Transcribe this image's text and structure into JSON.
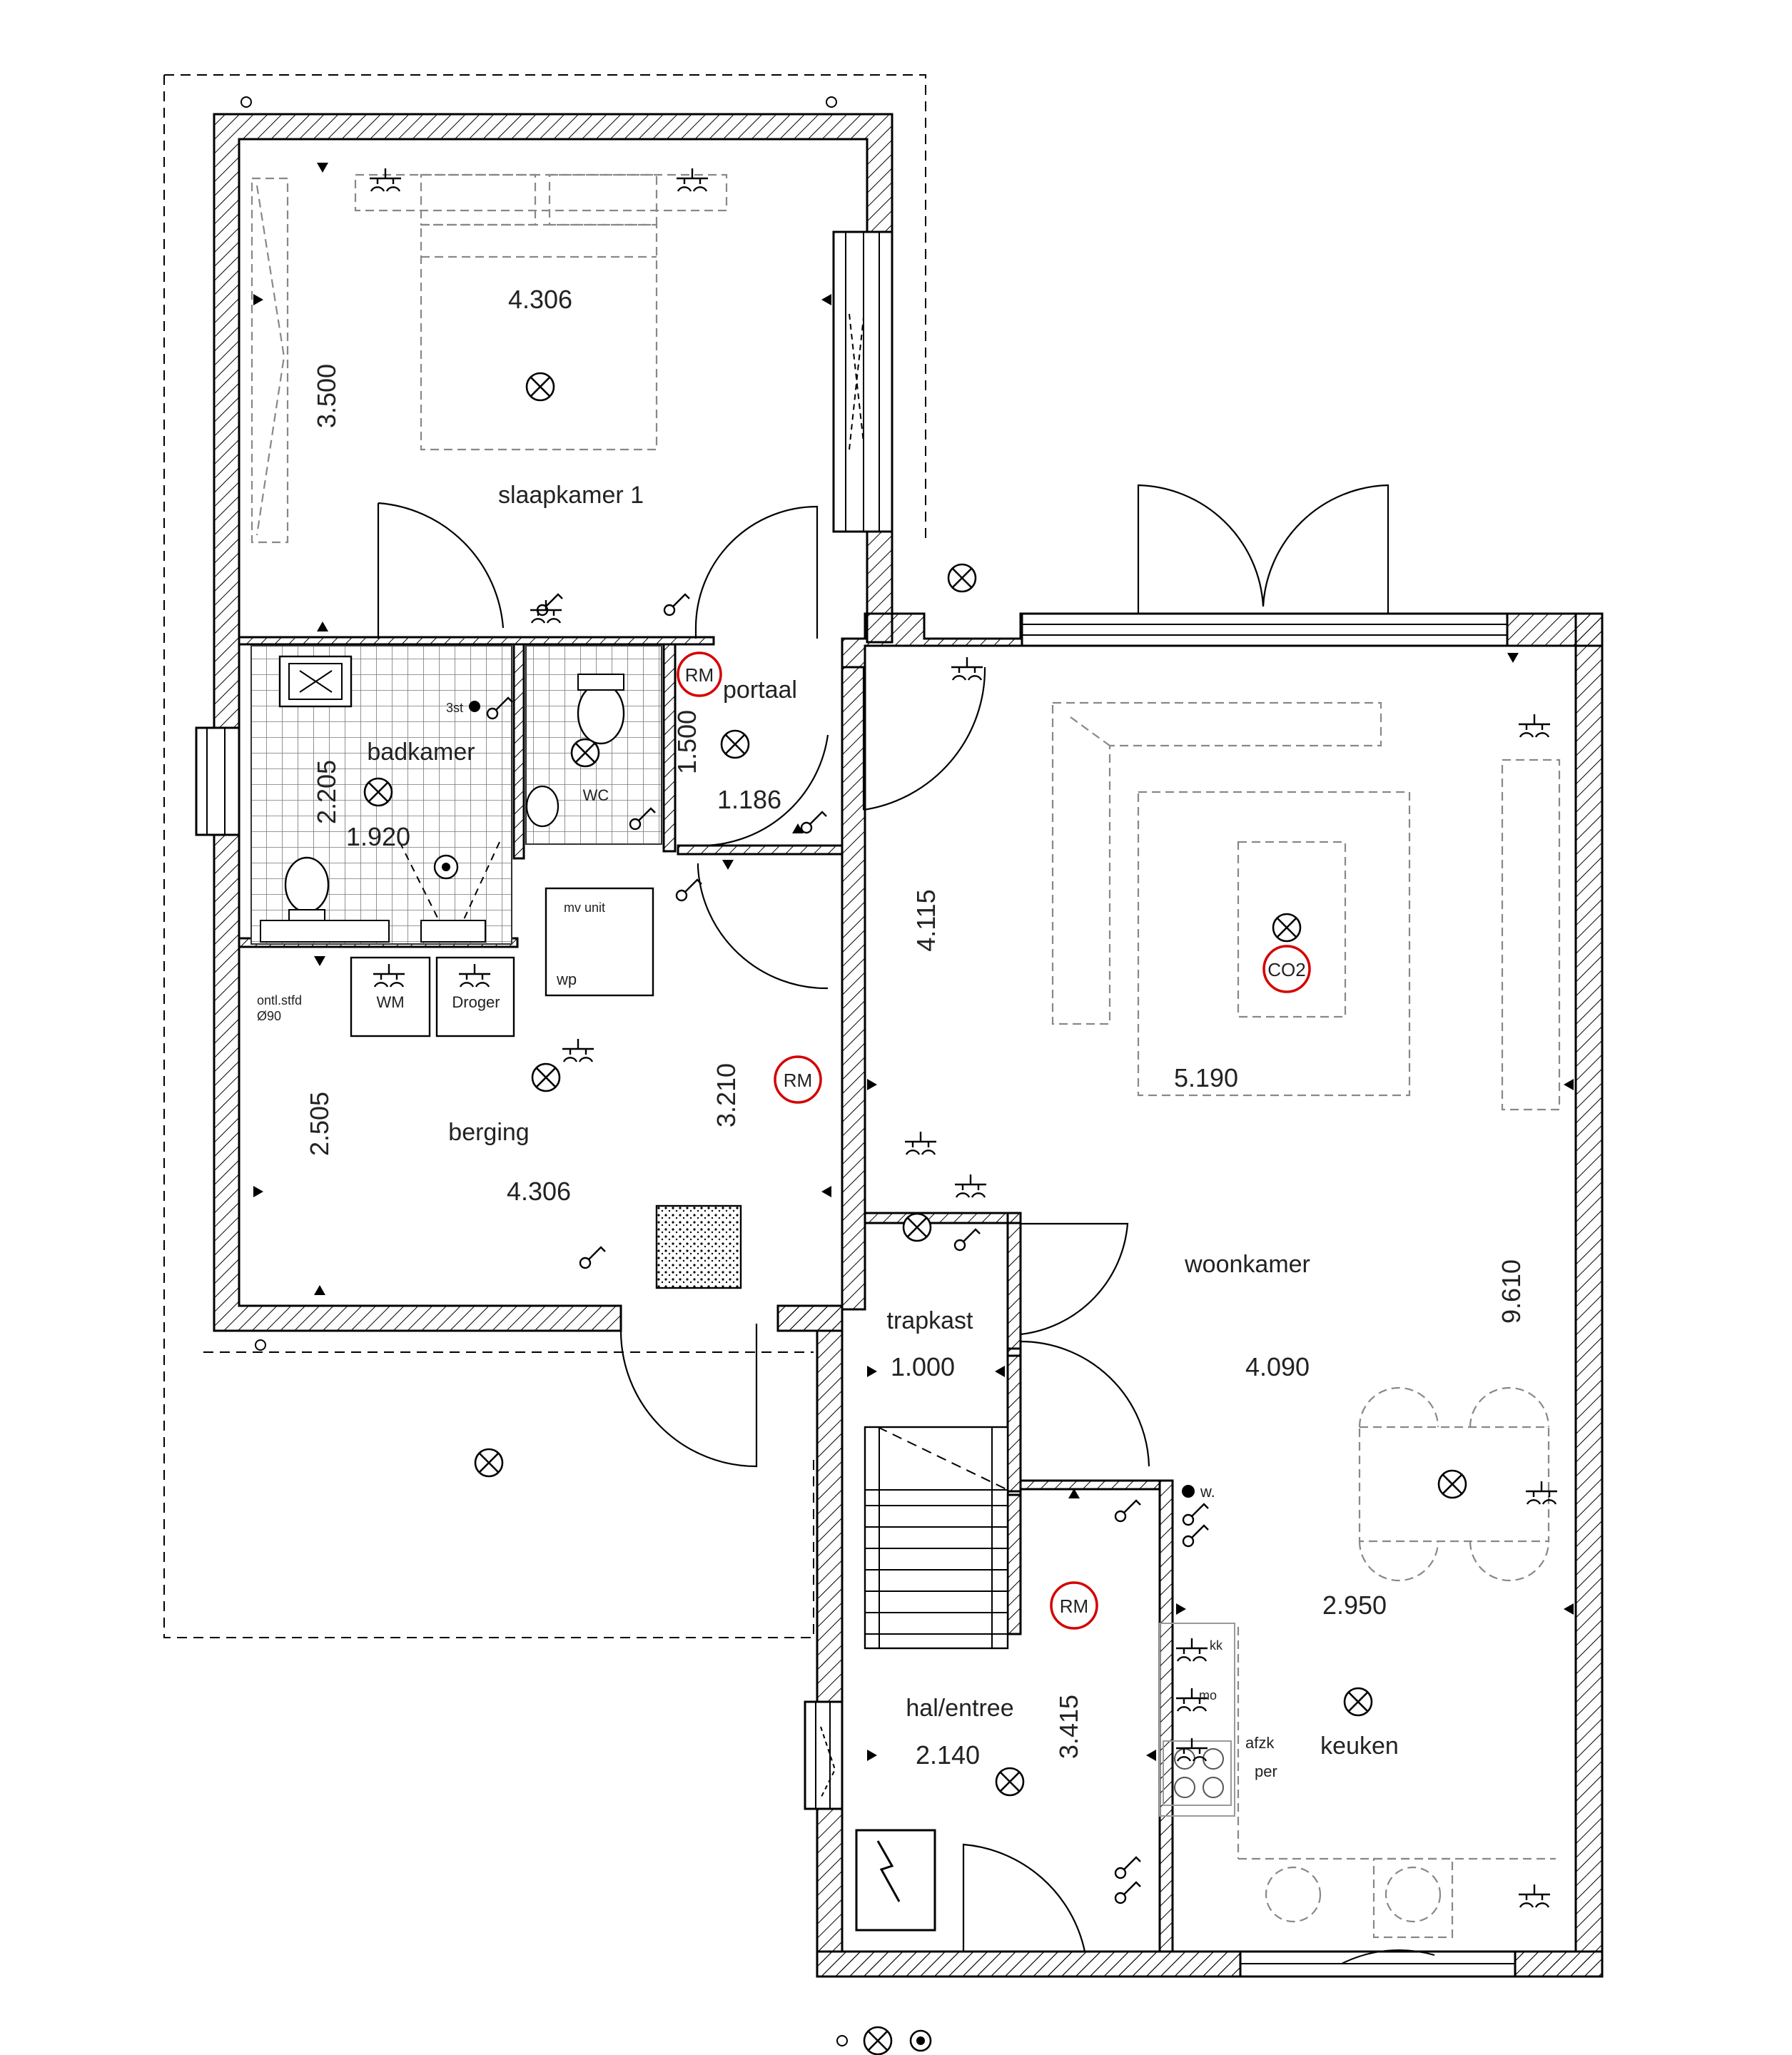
{
  "rooms": {
    "slaapkamer": {
      "name": "slaapkamer 1",
      "width": "4.306",
      "depth": "3.500"
    },
    "badkamer": {
      "name": "badkamer",
      "width": "1.920",
      "depth": "2.205"
    },
    "wc": {
      "name": "WC"
    },
    "portaal": {
      "name": "portaal",
      "width": "1.186",
      "depth": "1.500"
    },
    "berging": {
      "name": "berging",
      "width": "4.306",
      "depth": "2.505",
      "depth2": "3.210"
    },
    "woonkamer": {
      "name": "woonkamer",
      "width1": "5.190",
      "depth": "9.610",
      "depth_hall": "4.115",
      "width2": "4.090"
    },
    "trapkast": {
      "name": "trapkast",
      "width": "1.000"
    },
    "hal": {
      "name": "hal/entree",
      "width": "2.140",
      "depth": "3.415"
    },
    "keuken": {
      "name": "keuken",
      "width": "2.950"
    }
  },
  "labels": {
    "rm": "RM",
    "co2": "CO2",
    "mv_unit": "mv unit",
    "wp": "wp",
    "wm": "WM",
    "droger": "Droger",
    "ontluchting_1": "ontl.stfd",
    "ontluchting_2": "Ø90",
    "three_st": "3st",
    "kk": "kk",
    "mo": "mo",
    "afzuiger_1": "afzk",
    "afzuiger_2": "per",
    "w": "w."
  },
  "colors": {
    "wall": "#000000",
    "smoke_detector": "#d40000",
    "furniture": "#888888"
  }
}
